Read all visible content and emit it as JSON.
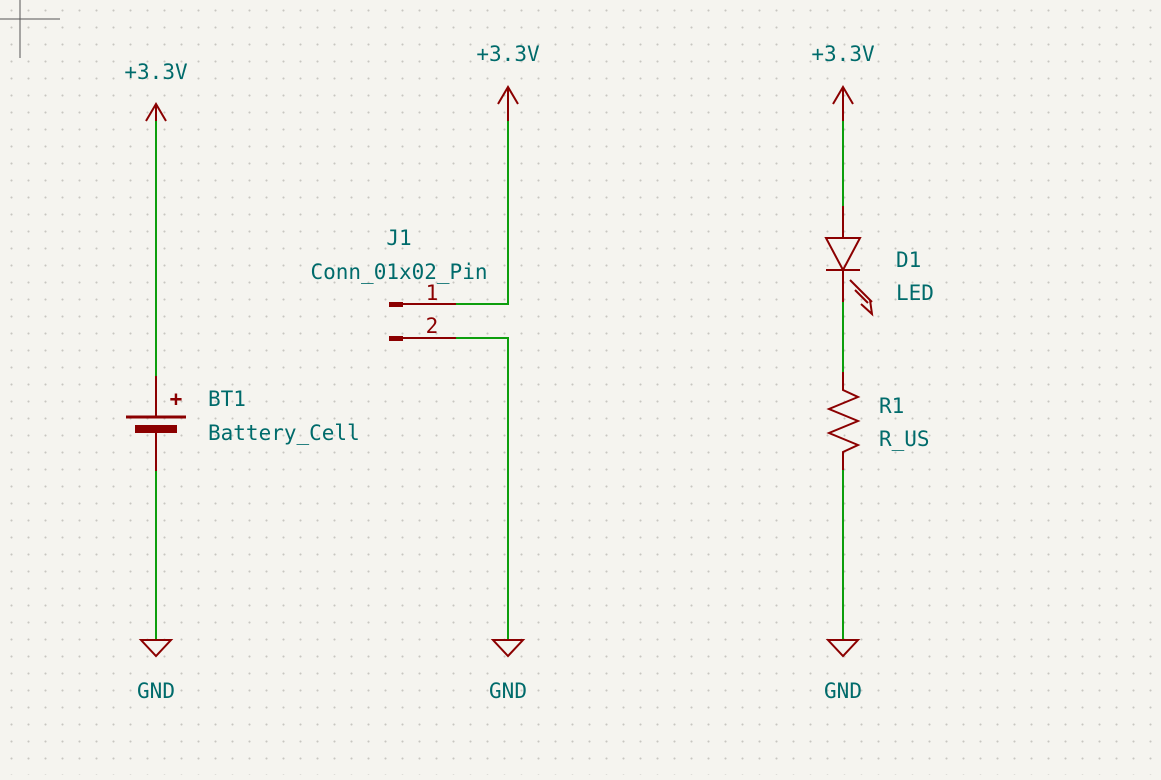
{
  "colors": {
    "background": "#f5f4ef",
    "grid_dot": "#c8c6c0",
    "wire": "#0d9e0d",
    "symbol": "#8b0000",
    "label": "#006b6b"
  },
  "power_symbols": [
    {
      "label": "+3.3V"
    },
    {
      "label": "+3.3V"
    },
    {
      "label": "+3.3V"
    }
  ],
  "ground_symbols": [
    {
      "label": "GND"
    },
    {
      "label": "GND"
    },
    {
      "label": "GND"
    }
  ],
  "components": {
    "battery": {
      "ref": "BT1",
      "value": "Battery_Cell",
      "polarity": "+"
    },
    "connector": {
      "ref": "J1",
      "value": "Conn_01x02_Pin",
      "pins": [
        "1",
        "2"
      ]
    },
    "led": {
      "ref": "D1",
      "value": "LED"
    },
    "resistor": {
      "ref": "R1",
      "value": "R_US"
    }
  }
}
